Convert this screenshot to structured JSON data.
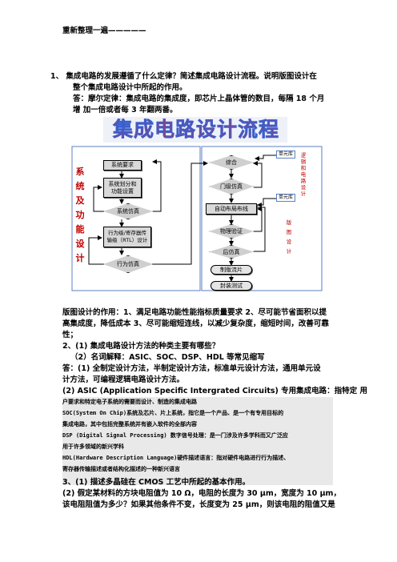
{
  "doc": {
    "heading": "重新整理一遍",
    "heading_rule": "—————",
    "q1_line1": "1、 集成电路的发展遵循了什么定律？简述集成电路设计流程。说明版图设计在",
    "q1_line2": "整个集成电路设计中所起的作用。",
    "a1_line1": "答：摩尔定律：集成电路的集成度，即芯片上晶体管的数目，每隔  18  个月",
    "a1_line2": "增    加一倍或者每 3 年翻两番。",
    "layout_role_line1": "版图设计的作用：1、满足电路功能性能指标质量要求 2、尽可能节省面积以提",
    "layout_role_line2": "高集成度，降低成本 3、尽可能缩短连线，以减少复杂度，缩短时间，改善可靠",
    "layout_role_line3": "性；",
    "q2_line1": "2、(1) 集成电路设计方法的种类主要有哪些？",
    "q2_line2": "（2）名词解释：ASIC、SOC、DSP、HDL 等常见缩写",
    "a2_line1": "  答：(1) 全制定设计方法，半制定设计方法，标准单元设计方法，通用单元设",
    "a2_line2": "计方法，可编程逻辑电路设计方法。",
    "asic_line1": "  (2) ASIC (Application Specific Intergrated Circuits) 专用集成电路：指特定    用",
    "asic_line2": "户要求和特定电子系统的需要而设计、制造的集成电路",
    "soc_line1": "     SOC(System On Chip)系统及芯片、片上系统，指它是一个产品、是一个有专用目标的",
    "soc_line2": "集成电路，其中包括完整系统并有嵌入软件的全部内容",
    "dsp_line1": "     DSP (Digital Signal Processing) 数字信号处理：是一门涉及许多学科而又广泛应",
    "dsp_line2": "用于许多领域的新兴学科",
    "hdl_line1": "     HDL(Hardware Description Language)硬件描述语言：指对硬件电路进行行为描述、",
    "hdl_line2": "寄存器传输描述或者结构化描述的一种新兴语言",
    "q3_line1": "3、(1) 描述多晶硅在 CMOS 工艺中所起的基本作用。",
    "q3_line2": "   (2) 假定某材料的方块电阻值为 10 Ω，电阻的长度为 30 μm，宽度为 10 μm，",
    "q3_line3": "该电阻阻值为多少？如果其他条件不变，长度变为 25 μm，则该电阻的阻值又是"
  },
  "flowchart": {
    "title": "集成电路设计流程",
    "left_label": [
      "系",
      "统",
      "及",
      "功",
      "能",
      "设",
      "计"
    ],
    "right_label_top": [
      "逻",
      "辑",
      "和",
      "电",
      "路",
      "设",
      "计"
    ],
    "right_label_bottom": [
      "版",
      "图",
      "设",
      "计"
    ],
    "unit_lib_1": "单元库",
    "unit_lib_2": "单元库",
    "left_steps": [
      "系统要求",
      "系统划分和\n功能设置",
      "系统仿真",
      "行为级/寄存器传\n输级（RTL）设计",
      "行为仿真"
    ],
    "right_steps": [
      "综合",
      "门级仿真",
      "自动布局布线",
      "物理验证",
      "后仿真",
      "制版流片",
      "封装测试"
    ],
    "colors": {
      "title_red": "#e0203a",
      "title_blue": "#3a5fcd",
      "label_red": "#c00000",
      "box_fill": "#d9d9d9",
      "frame_blue": "#5b7fc4"
    }
  }
}
